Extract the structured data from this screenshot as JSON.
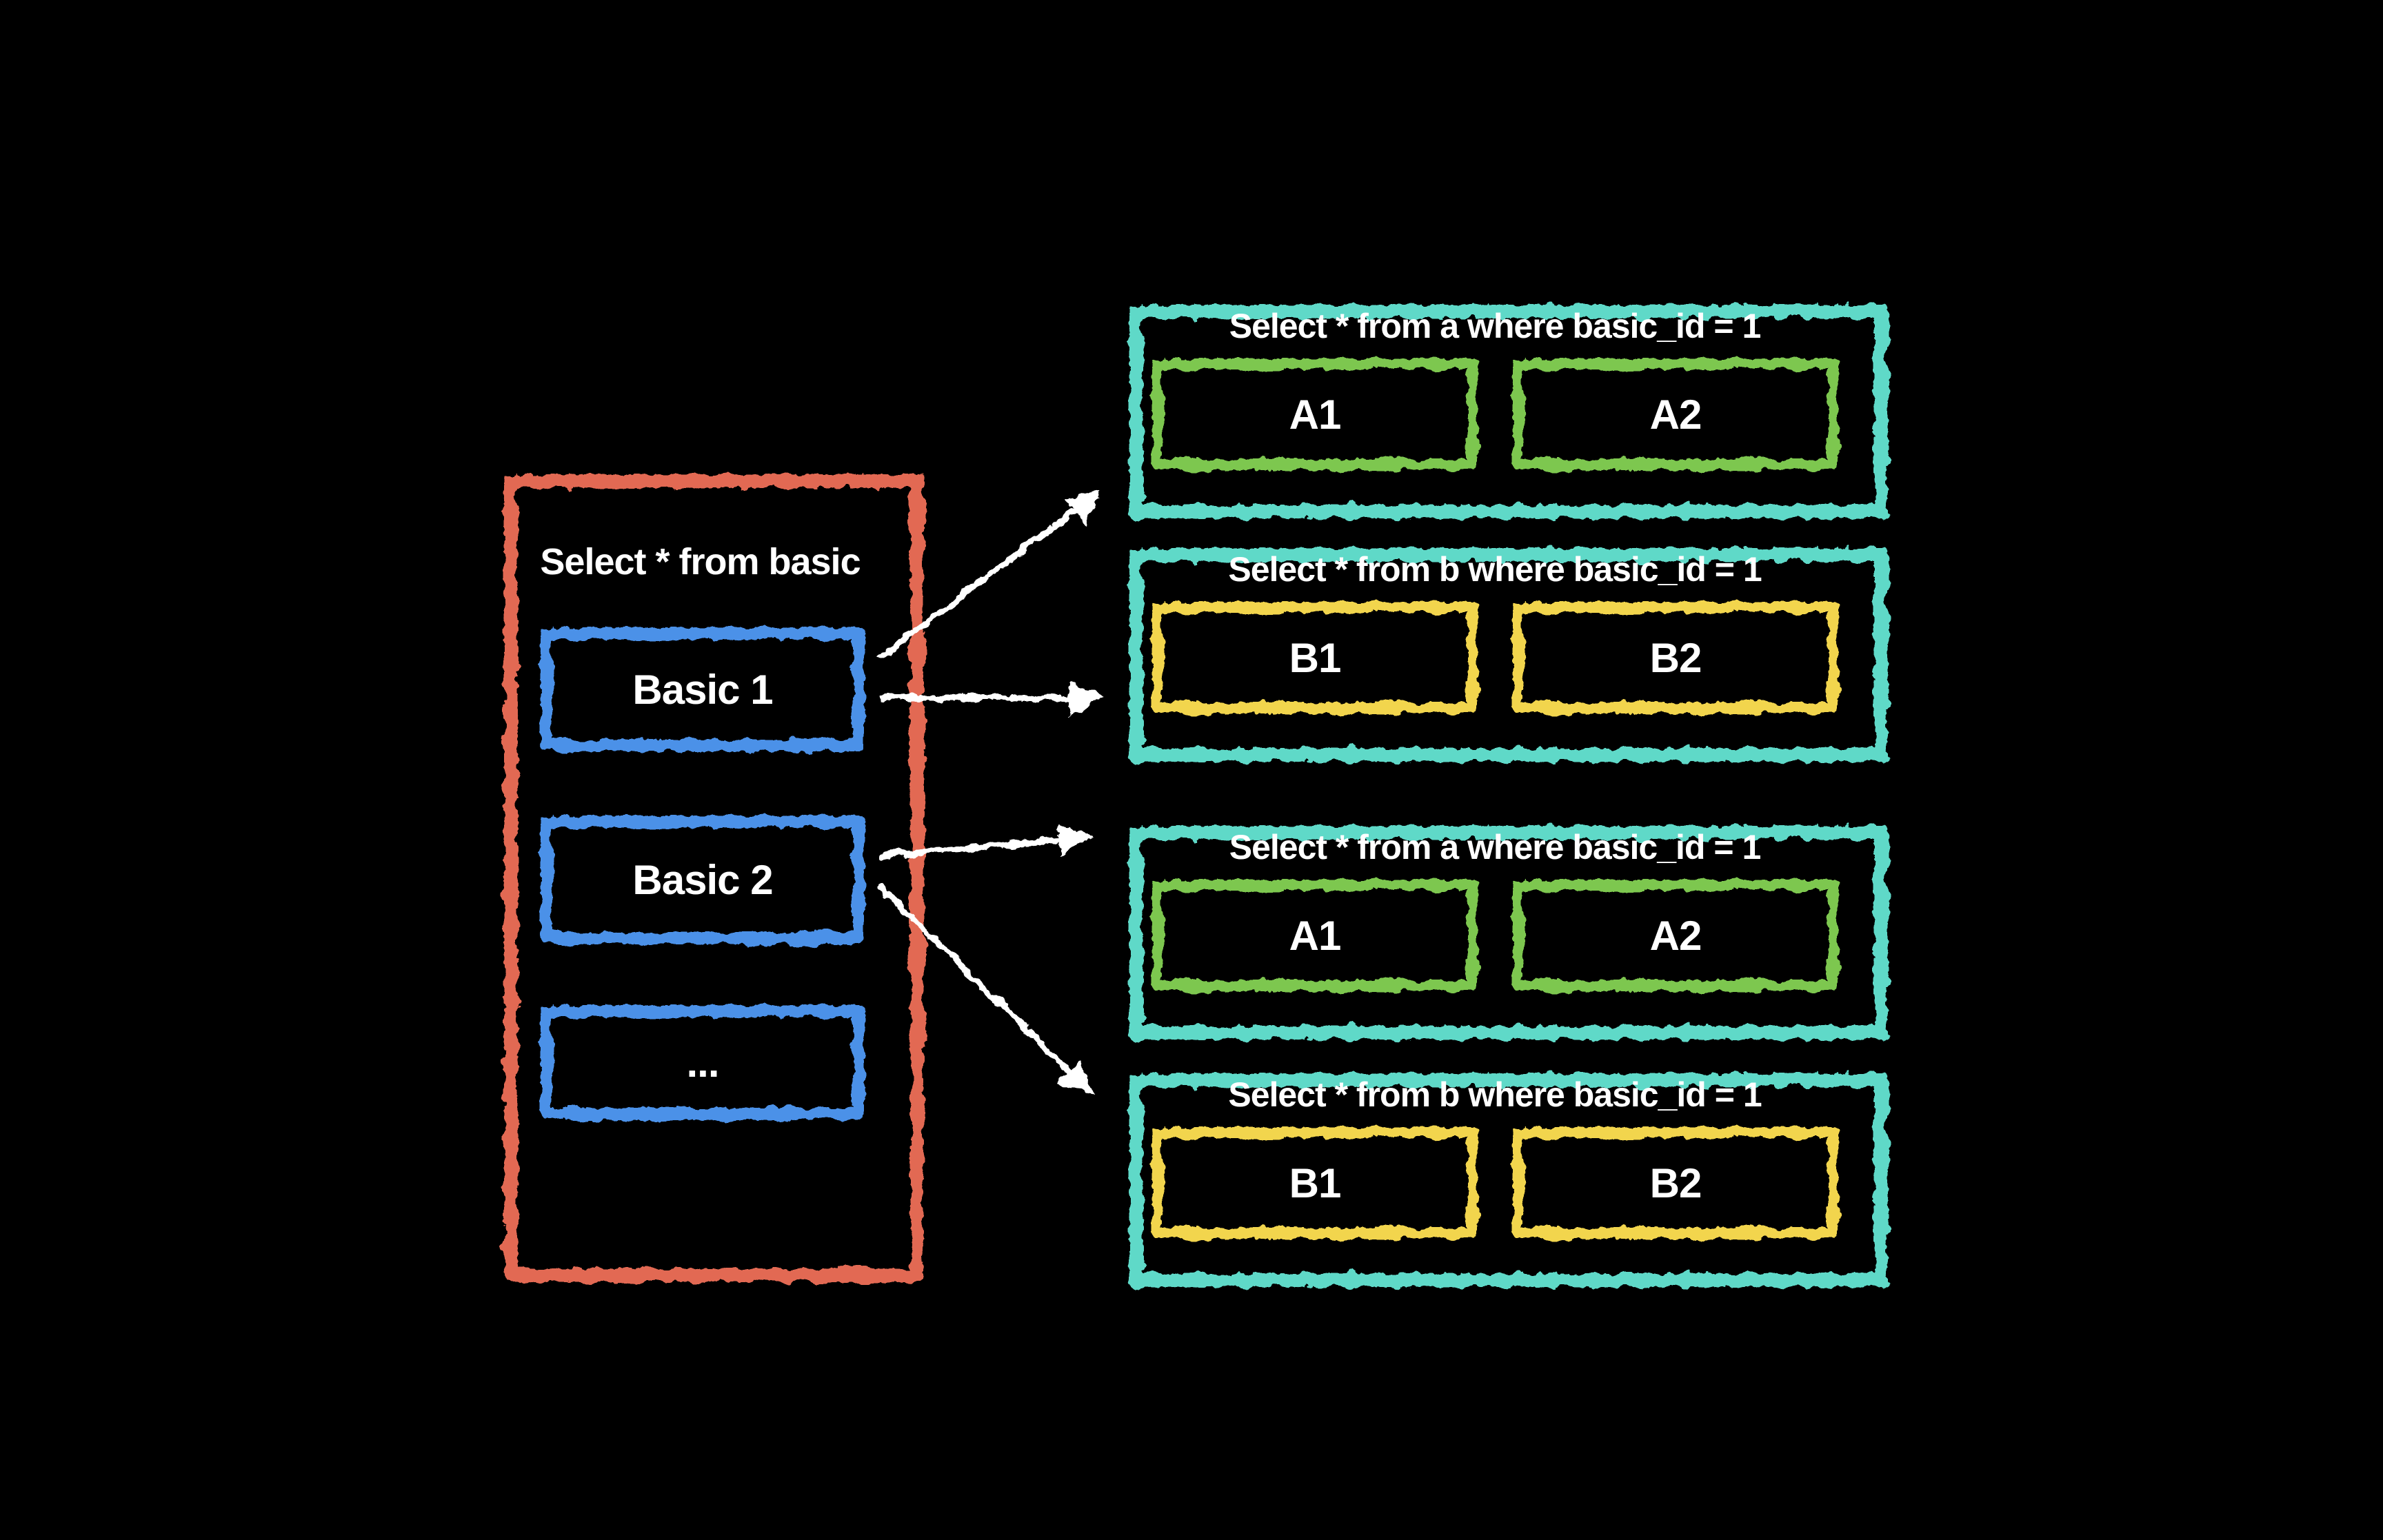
{
  "canvas": {
    "background": "#000000"
  },
  "palette": {
    "source_border": "#e26952",
    "row_border": "#4b91e8",
    "group_border": "#5fd9c8",
    "cell_border_a": "#7dc750",
    "cell_border_b": "#f2d54d",
    "text": "#ffffff",
    "arrow": "#ffffff"
  },
  "source_table": {
    "title": "Select * from basic",
    "rows": [
      {
        "label": "Basic 1"
      },
      {
        "label": "Basic 2"
      },
      {
        "label": "..."
      }
    ]
  },
  "result_groups": [
    {
      "query": "Select * from a where basic_id = 1",
      "cells": [
        {
          "label": "A1"
        },
        {
          "label": "A2"
        }
      ]
    },
    {
      "query": "Select * from b where basic_id = 1",
      "cells": [
        {
          "label": "B1"
        },
        {
          "label": "B2"
        }
      ]
    },
    {
      "query": "Select * from a where basic_id = 1",
      "cells": [
        {
          "label": "A1"
        },
        {
          "label": "A2"
        }
      ]
    },
    {
      "query": "Select * from b where basic_id = 1",
      "cells": [
        {
          "label": "B1"
        },
        {
          "label": "B2"
        }
      ]
    }
  ],
  "arrows": [
    {
      "from": "Basic 1",
      "to": "Select * from a where basic_id = 1"
    },
    {
      "from": "Basic 1",
      "to": "Select * from b where basic_id = 1"
    },
    {
      "from": "Basic 2",
      "to": "Select * from a where basic_id = 1"
    },
    {
      "from": "Basic 2",
      "to": "Select * from b where basic_id = 1"
    }
  ]
}
